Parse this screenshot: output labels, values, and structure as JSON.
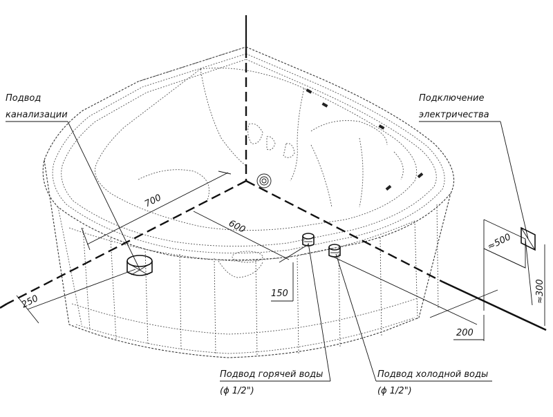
{
  "labels": {
    "drain_1": "Подвод",
    "drain_2": "канализации",
    "elec_1": "Подключение",
    "elec_2": "электричества",
    "hot_1": "Подвод горячей воды",
    "hot_2": "(ϕ 1/2\")",
    "cold_1": "Подвод холодной воды",
    "cold_2": "(ϕ   1/2\")"
  },
  "dimensions": {
    "d700": "700",
    "d600": "600",
    "d250": "250",
    "d150": "150",
    "d200": "200",
    "d500": "≈500",
    "d300": "≈300"
  }
}
